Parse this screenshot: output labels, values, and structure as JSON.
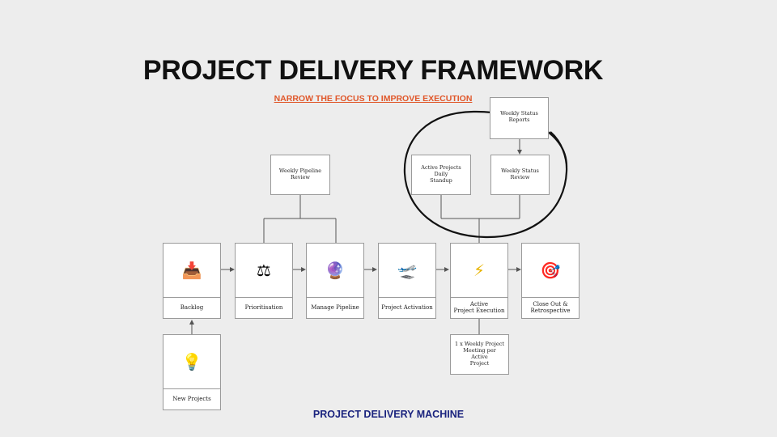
{
  "title": "PROJECT DELIVERY FRAMEWORK",
  "subtitle": "NARROW THE FOCUS TO IMPROVE EXECUTION",
  "footer": "PROJECT DELIVERY MACHINE",
  "pipeline": [
    {
      "label": "Backlog",
      "icon": "inbox-tray-icon",
      "glyph": "📥"
    },
    {
      "label": "Prioritisation",
      "icon": "balance-scale-icon",
      "glyph": "⚖"
    },
    {
      "label": "Manage Pipeline",
      "icon": "crystal-ball-icon",
      "glyph": "🔮"
    },
    {
      "label": "Project Activation",
      "icon": "airplane-icon",
      "glyph": "🛫"
    },
    {
      "label": "Active\nProject Execution",
      "icon": "lightning-icon",
      "glyph": "⚡"
    },
    {
      "label": "Close Out &\nRetrospective",
      "icon": "target-icon",
      "glyph": "🎯"
    }
  ],
  "new_projects": {
    "label": "New Projects",
    "icon": "light-bulb-icon",
    "glyph": "💡"
  },
  "weekly_pipeline_review": "Weekly Pipeline\nReview",
  "active_daily_standup": "Active Projects Daily\nStandup",
  "weekly_status_review": "Weekly Status\nReview",
  "weekly_status_reports": "Weekly Status\nReports",
  "weekly_project_meeting": "1 x Weekly Project\nMeeting per Active\nProject",
  "colors": {
    "title": "#111111",
    "subtitle": "#e0572a",
    "footer": "#1a237e",
    "connector": "#555555",
    "circle": "#111111"
  }
}
